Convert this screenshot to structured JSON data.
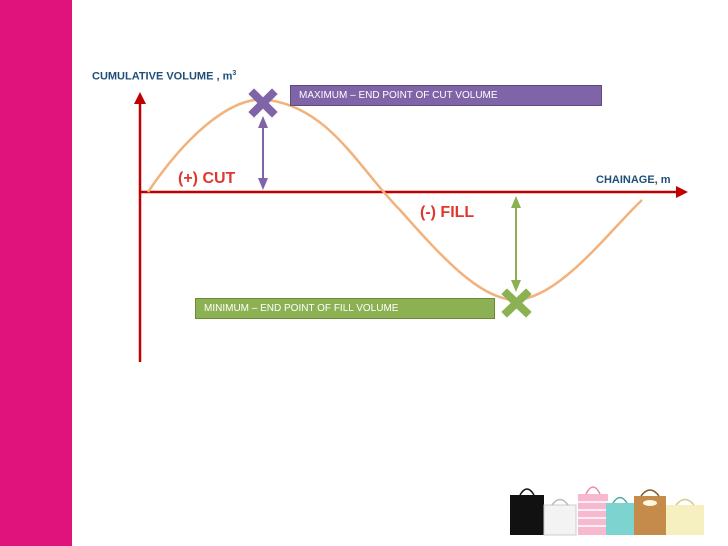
{
  "colors": {
    "side_bar": "#e0137c",
    "axis": "#c00000",
    "curve": "#f2b27c",
    "max_box": "#7f64a8",
    "min_box": "#8cb153",
    "label_red": "#e0382f",
    "label_blue": "#1f4e79"
  },
  "y_axis_label": "CUMULATIVE VOLUME , m",
  "y_axis_unit_exponent": "3",
  "x_axis_label": "CHAINAGE, m",
  "cut_label": "(+) CUT",
  "fill_label": "(-) FILL",
  "max_callout": "MAXIMUM – END POINT OF CUT VOLUME",
  "min_callout": "MINIMUM – END POINT OF FILL VOLUME",
  "max_marker_icon": "x-mark-icon",
  "min_marker_icon": "x-mark-icon"
}
